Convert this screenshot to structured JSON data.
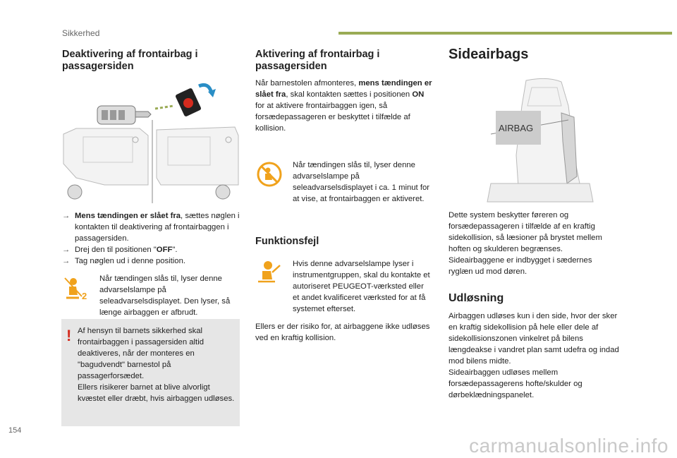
{
  "header": {
    "section": "Sikkerhed",
    "accent_color": "#9aab55"
  },
  "col1": {
    "title": "Deaktivering af frontairbag i passagersiden",
    "steps": [
      {
        "bold": "Mens tændingen er slået fra",
        "text": ", sættes nøglen i kontakten til deaktivering af frontairbaggen i passagersiden."
      },
      {
        "pre": "Drej den til positionen \"",
        "bold": "OFF",
        "post": "\"."
      },
      {
        "text": "Tag nøglen ud i denne position."
      }
    ],
    "note": "Når tændingen slås til, lyser denne advarselslampe på seleadvarselsdisplayet. Den lyser, så længe airbaggen er afbrudt.",
    "warning": "Af hensyn til barnets sikkerhed skal frontairbaggen i passagersiden altid deaktiveres, når der monteres en \"bagudvendt\" barnestol på passagerforsædet.\nEllers risikerer barnet at blive alvorligt kvæstet eller dræbt, hvis airbaggen udløses.",
    "warning_color": "#d42b1e"
  },
  "col2": {
    "title": "Aktivering af frontairbag i passagersiden",
    "intro_pre": "Når barnestolen afmonteres, ",
    "intro_bold": "mens tændingen er slået fra",
    "intro_mid": ", skal kontakten sættes i positionen ",
    "intro_on": "ON",
    "intro_post": " for at aktivere frontairbaggen igen, så forsædepassageren er beskyttet i tilfælde af kollision.",
    "note": "Når tændingen slås til, lyser denne advarselslampe på seleadvarselsdisplayet i ca. 1 minut for at vise, at frontairbaggen er aktiveret.",
    "fault_title": "Funktionsfejl",
    "fault_note": "Hvis denne advarselslampe lyser i instrumentgruppen, skal du kontakte et autoriseret PEUGEOT-værksted eller et andet kvalificeret værksted for at få systemet efterset.",
    "fault_text": "Ellers er der risiko for, at airbaggene ikke udløses ved en kraftig kollision.",
    "icon_color": "#f0a21c"
  },
  "col3": {
    "title": "Sideairbags",
    "airbag_label": "AIRBAG",
    "desc": "Dette system beskytter føreren og forsædepassageren i tilfælde af en kraftig sidekollision, så læsioner på brystet mellem hoften og skulderen begrænses.\nSideairbaggene er indbygget i sædernes ryglæn ud mod døren.",
    "sub_title": "Udløsning",
    "sub_text": "Airbaggen udløses kun i den side, hvor der sker en kraftig sidekollision på hele eller dele af sidekollisionszonen vinkelret på bilens længdeakse i vandret plan samt udefra og indad mod bilens midte.\nSideairbaggen udløses mellem forsædepassagerens hofte/skulder og dørbeklædningspanelet."
  },
  "footer": {
    "page_number": "154",
    "watermark": "carmanualsonline.info"
  }
}
